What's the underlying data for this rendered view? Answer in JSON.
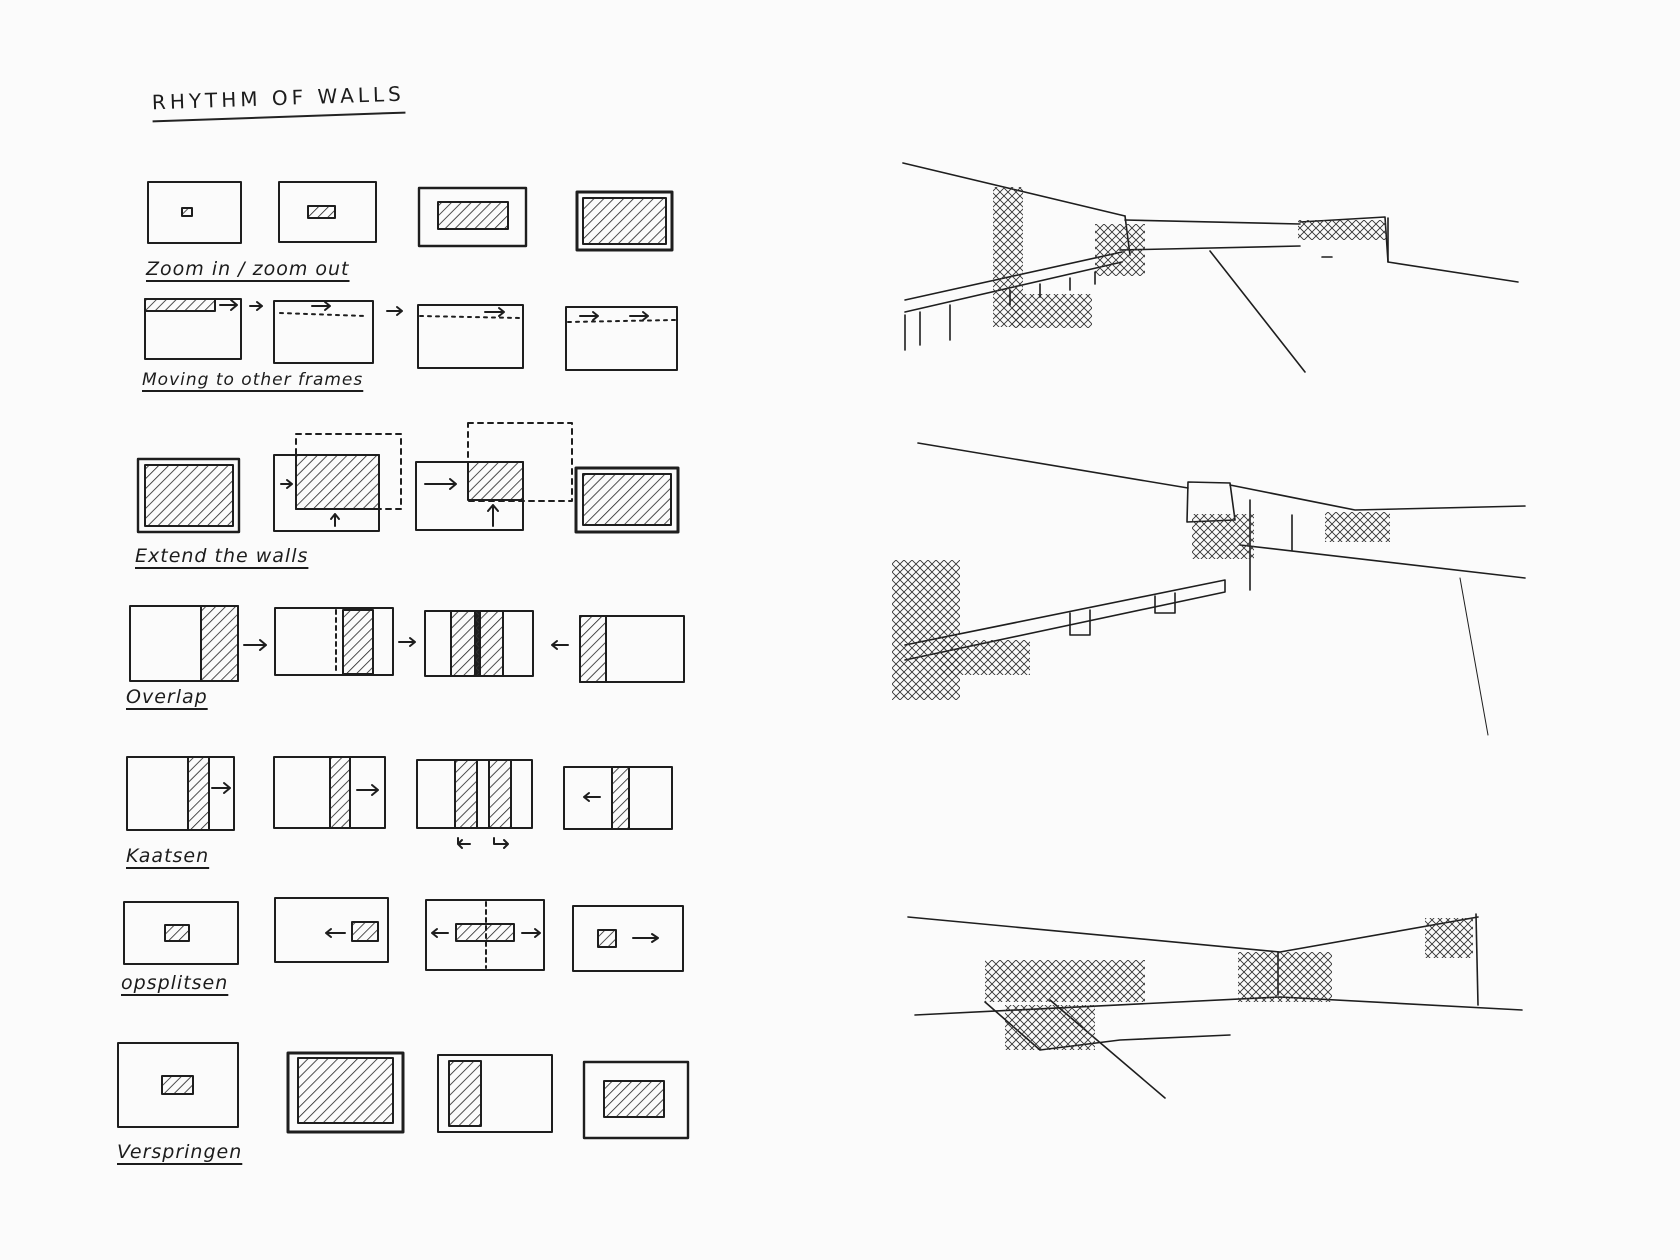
{
  "title": "RHYTHM OF WALLS",
  "rows": [
    {
      "label": "Zoom in / zoom out"
    },
    {
      "label": "Moving to other frames"
    },
    {
      "label": "Extend the walls"
    },
    {
      "label": "Overlap"
    },
    {
      "label": "Kaatsen"
    },
    {
      "label": "opsplitsen"
    },
    {
      "label": "Verspringen"
    }
  ],
  "ink_color": "#1e1e1e",
  "paper_color": "#fbfbfb"
}
